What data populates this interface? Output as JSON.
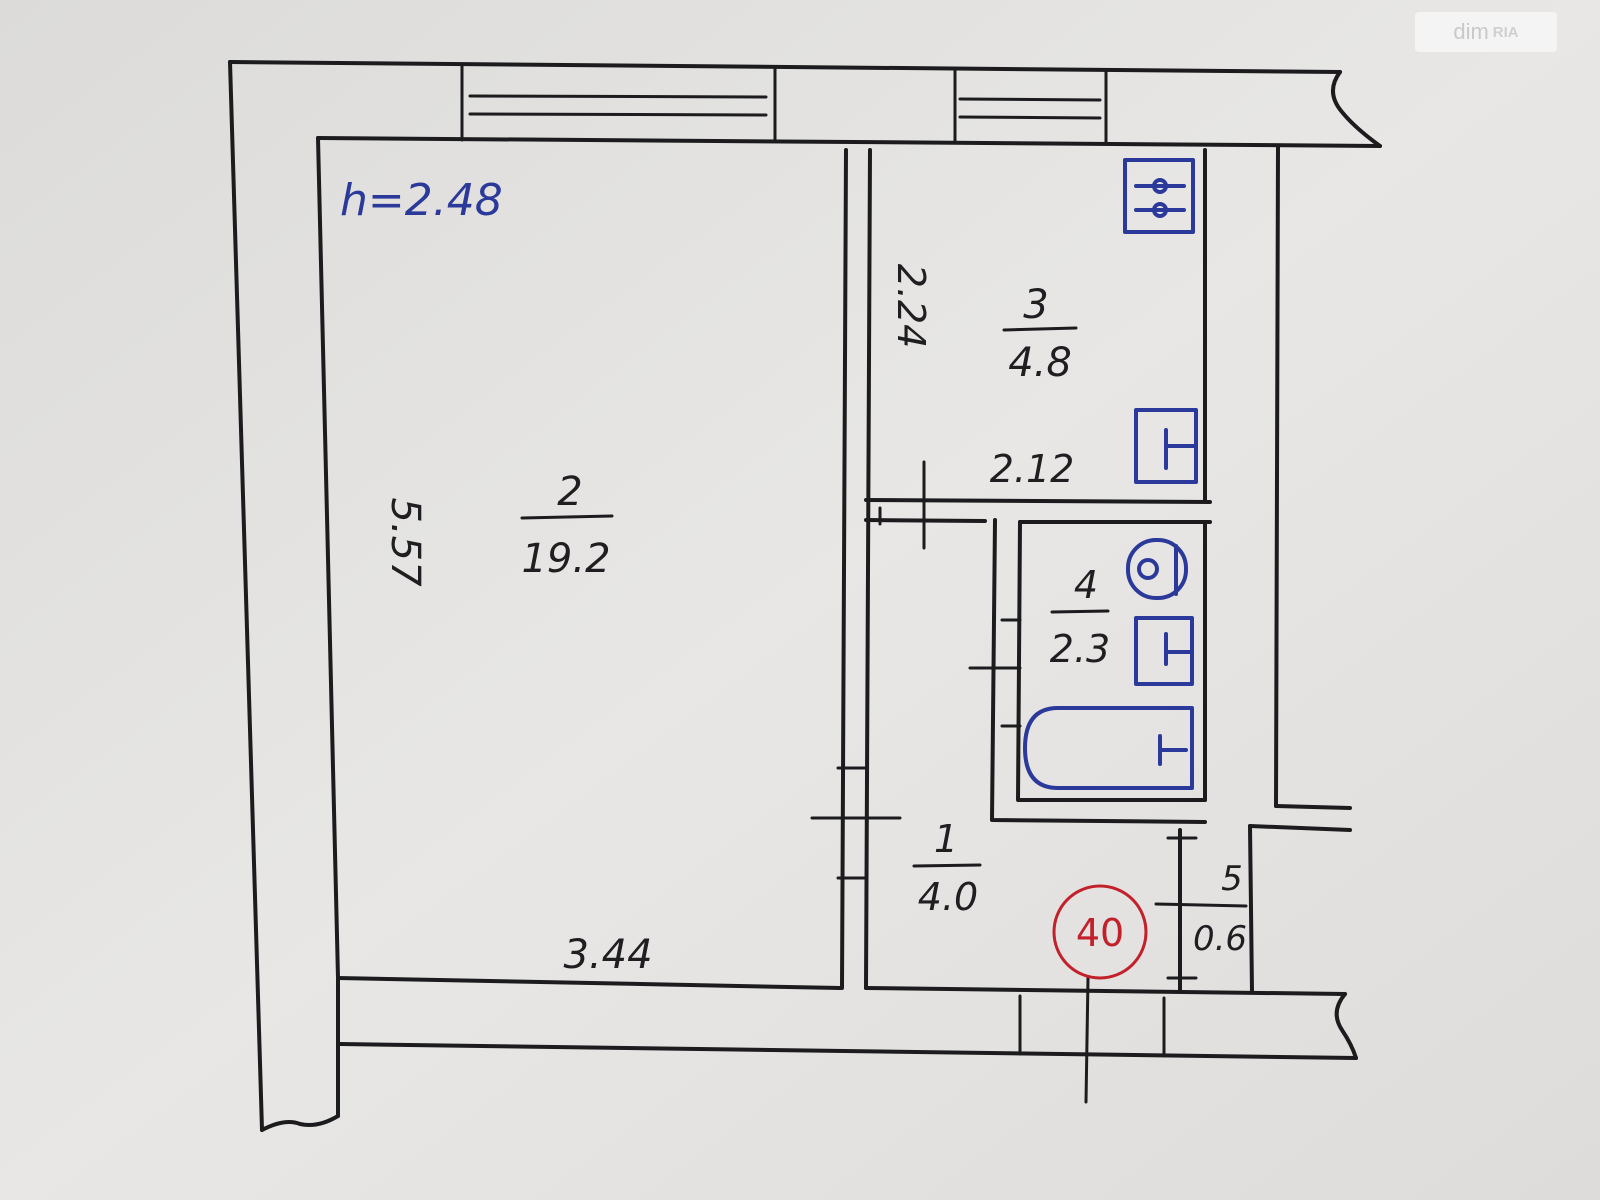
{
  "ceiling_height": "h=2.48",
  "rooms": [
    {
      "number": "2",
      "area": "19.2"
    },
    {
      "number": "3",
      "area": "4.8"
    },
    {
      "number": "4",
      "area": "2.3"
    },
    {
      "number": "1",
      "area": "4.0"
    },
    {
      "number": "5",
      "area": "0.6"
    }
  ],
  "dimensions": {
    "living_length": "5.57",
    "living_width": "3.44",
    "kitchen_length": "2.24",
    "kitchen_width": "2.12"
  },
  "stamp": "40",
  "watermark": {
    "brand": "dim",
    "ria": "RIA"
  },
  "colors": {
    "ink": "#1c1c1e",
    "blue_ink": "#2b3a9a",
    "stamp": "#c2202a",
    "paper": "#e4e3e1"
  }
}
